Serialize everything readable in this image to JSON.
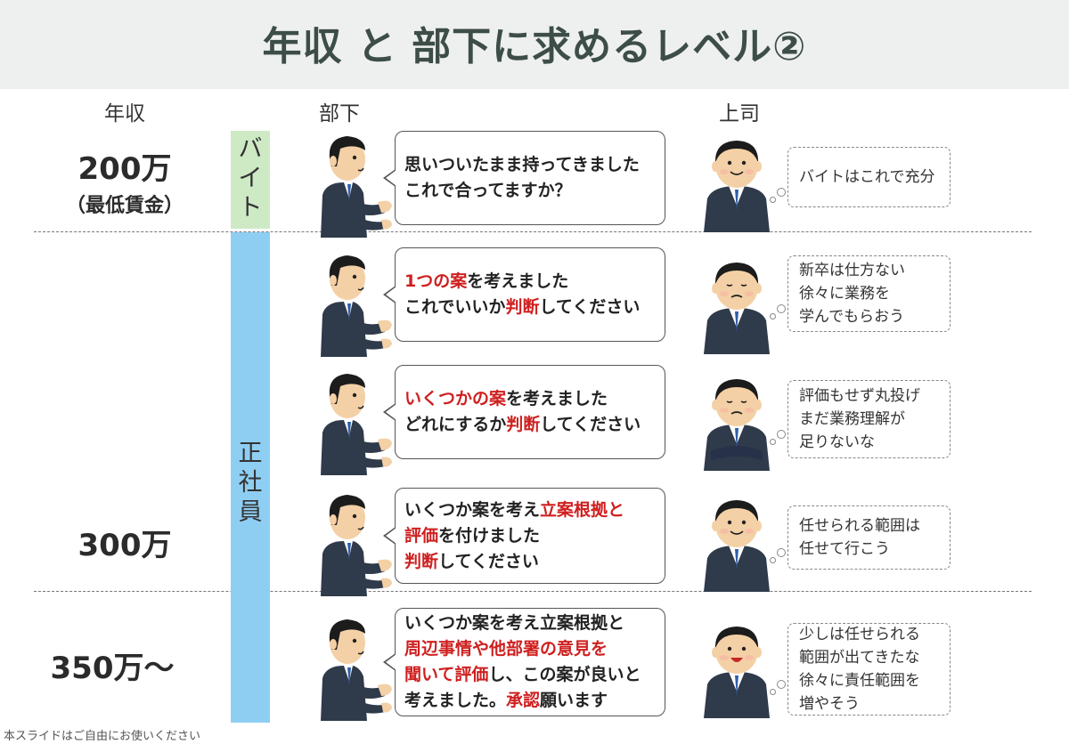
{
  "title": "年収 と 部下に求めるレベル②",
  "columns": {
    "salary": "年収",
    "subordinate": "部下",
    "boss": "上司"
  },
  "salaries": {
    "s200": "200万",
    "s200_sub": "（最低賃金）",
    "s300": "300万",
    "s350": "350万〜"
  },
  "bars": {
    "part_time": {
      "label": "バイト",
      "color": "#cdeac5"
    },
    "regular": {
      "label": "正社員",
      "color": "#8fcef3"
    }
  },
  "rows": [
    {
      "subordinate_lines": [
        [
          {
            "t": "思いついたまま持ってきました",
            "r": false
          }
        ],
        [
          {
            "t": "これで合ってますか？",
            "r": false
          }
        ]
      ],
      "boss_lines": [
        "バイトはこれで充分"
      ]
    },
    {
      "subordinate_lines": [
        [
          {
            "t": "1つの案",
            "r": true
          },
          {
            "t": "を考えました",
            "r": false
          }
        ],
        [
          {
            "t": "これでいいか",
            "r": false
          },
          {
            "t": "判断",
            "r": true
          },
          {
            "t": "してください",
            "r": false
          }
        ]
      ],
      "boss_lines": [
        "新卒は仕方ない",
        "徐々に業務を",
        "学んでもらおう"
      ]
    },
    {
      "subordinate_lines": [
        [
          {
            "t": "いくつかの案",
            "r": true
          },
          {
            "t": "を考えました",
            "r": false
          }
        ],
        [
          {
            "t": "どれにするか",
            "r": false
          },
          {
            "t": "判断",
            "r": true
          },
          {
            "t": "してください",
            "r": false
          }
        ]
      ],
      "boss_lines": [
        "評価もせず丸投げ",
        "まだ業務理解が",
        "足りないな"
      ]
    },
    {
      "subordinate_lines": [
        [
          {
            "t": "いくつか案を考え",
            "r": false
          },
          {
            "t": "立案根拠と",
            "r": true
          }
        ],
        [
          {
            "t": "評価",
            "r": true
          },
          {
            "t": "を付けました",
            "r": false
          }
        ],
        [
          {
            "t": "判断",
            "r": true
          },
          {
            "t": "してください",
            "r": false
          }
        ]
      ],
      "boss_lines": [
        "任せられる範囲は",
        "任せて行こう"
      ]
    },
    {
      "subordinate_lines": [
        [
          {
            "t": "いくつか案を考え立案根拠と",
            "r": false
          }
        ],
        [
          {
            "t": "周辺事情や他部署の意見を",
            "r": true
          }
        ],
        [
          {
            "t": "聞いて評価",
            "r": true
          },
          {
            "t": "し、この案が良いと",
            "r": false
          }
        ],
        [
          {
            "t": "考えました。",
            "r": false
          },
          {
            "t": "承認",
            "r": true
          },
          {
            "t": "願います",
            "r": false
          }
        ]
      ],
      "boss_lines": [
        "少しは任せられる",
        "範囲が出てきたな",
        "徐々に責任範囲を",
        "増やそう"
      ]
    }
  ],
  "footer": "本スライドはご自由にお使いください"
}
